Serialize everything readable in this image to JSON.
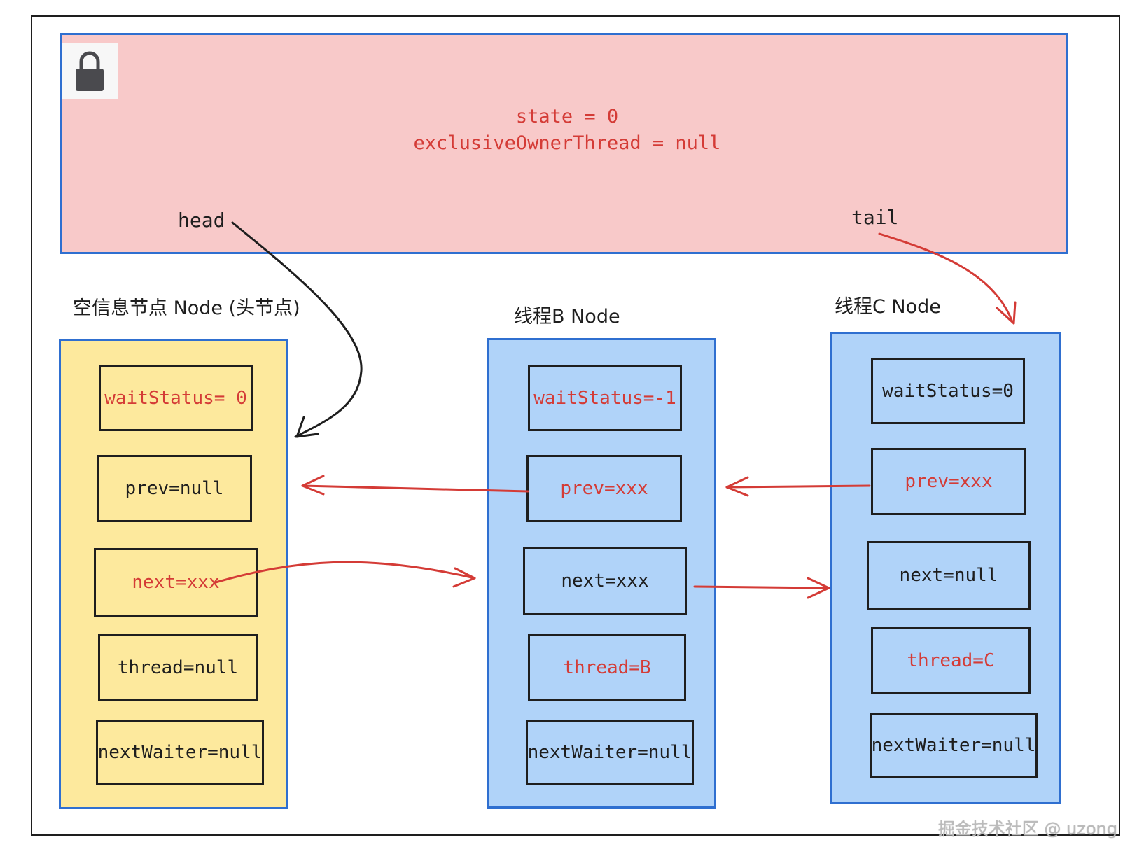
{
  "aqs": {
    "state": "state = 0",
    "owner": "exclusiveOwnerThread = null",
    "head_label": "head",
    "tail_label": "tail"
  },
  "nodes": [
    {
      "title": "空信息节点 Node (头节点)",
      "color": "#fde99d",
      "fields": [
        {
          "text": "waitStatus= 0",
          "highlight": true
        },
        {
          "text": "prev=null",
          "highlight": false
        },
        {
          "text": "next=xxx",
          "highlight": true
        },
        {
          "text": "thread=null",
          "highlight": false
        },
        {
          "text": "nextWaiter=null",
          "highlight": false
        }
      ]
    },
    {
      "title": "线程B Node",
      "color": "#b0d3f9",
      "fields": [
        {
          "text": "waitStatus=-1",
          "highlight": true
        },
        {
          "text": "prev=xxx",
          "highlight": true
        },
        {
          "text": "next=xxx",
          "highlight": false
        },
        {
          "text": "thread=B",
          "highlight": true
        },
        {
          "text": "nextWaiter=null",
          "highlight": false
        }
      ]
    },
    {
      "title": "线程C Node",
      "color": "#b0d3f9",
      "fields": [
        {
          "text": "waitStatus=0",
          "highlight": false
        },
        {
          "text": "prev=xxx",
          "highlight": true
        },
        {
          "text": "next=null",
          "highlight": false
        },
        {
          "text": "thread=C",
          "highlight": true
        },
        {
          "text": "nextWaiter=null",
          "highlight": false
        }
      ]
    }
  ],
  "colors": {
    "highlight_text": "#d43b36",
    "border_blue": "#2f6fd0",
    "aqs_fill": "#f8c9c9",
    "arrow_red": "#d43b36",
    "arrow_black": "#1e1e1e"
  },
  "icons": {
    "lock": "lock-icon"
  },
  "watermark": "掘金技术社区 @ uzong"
}
